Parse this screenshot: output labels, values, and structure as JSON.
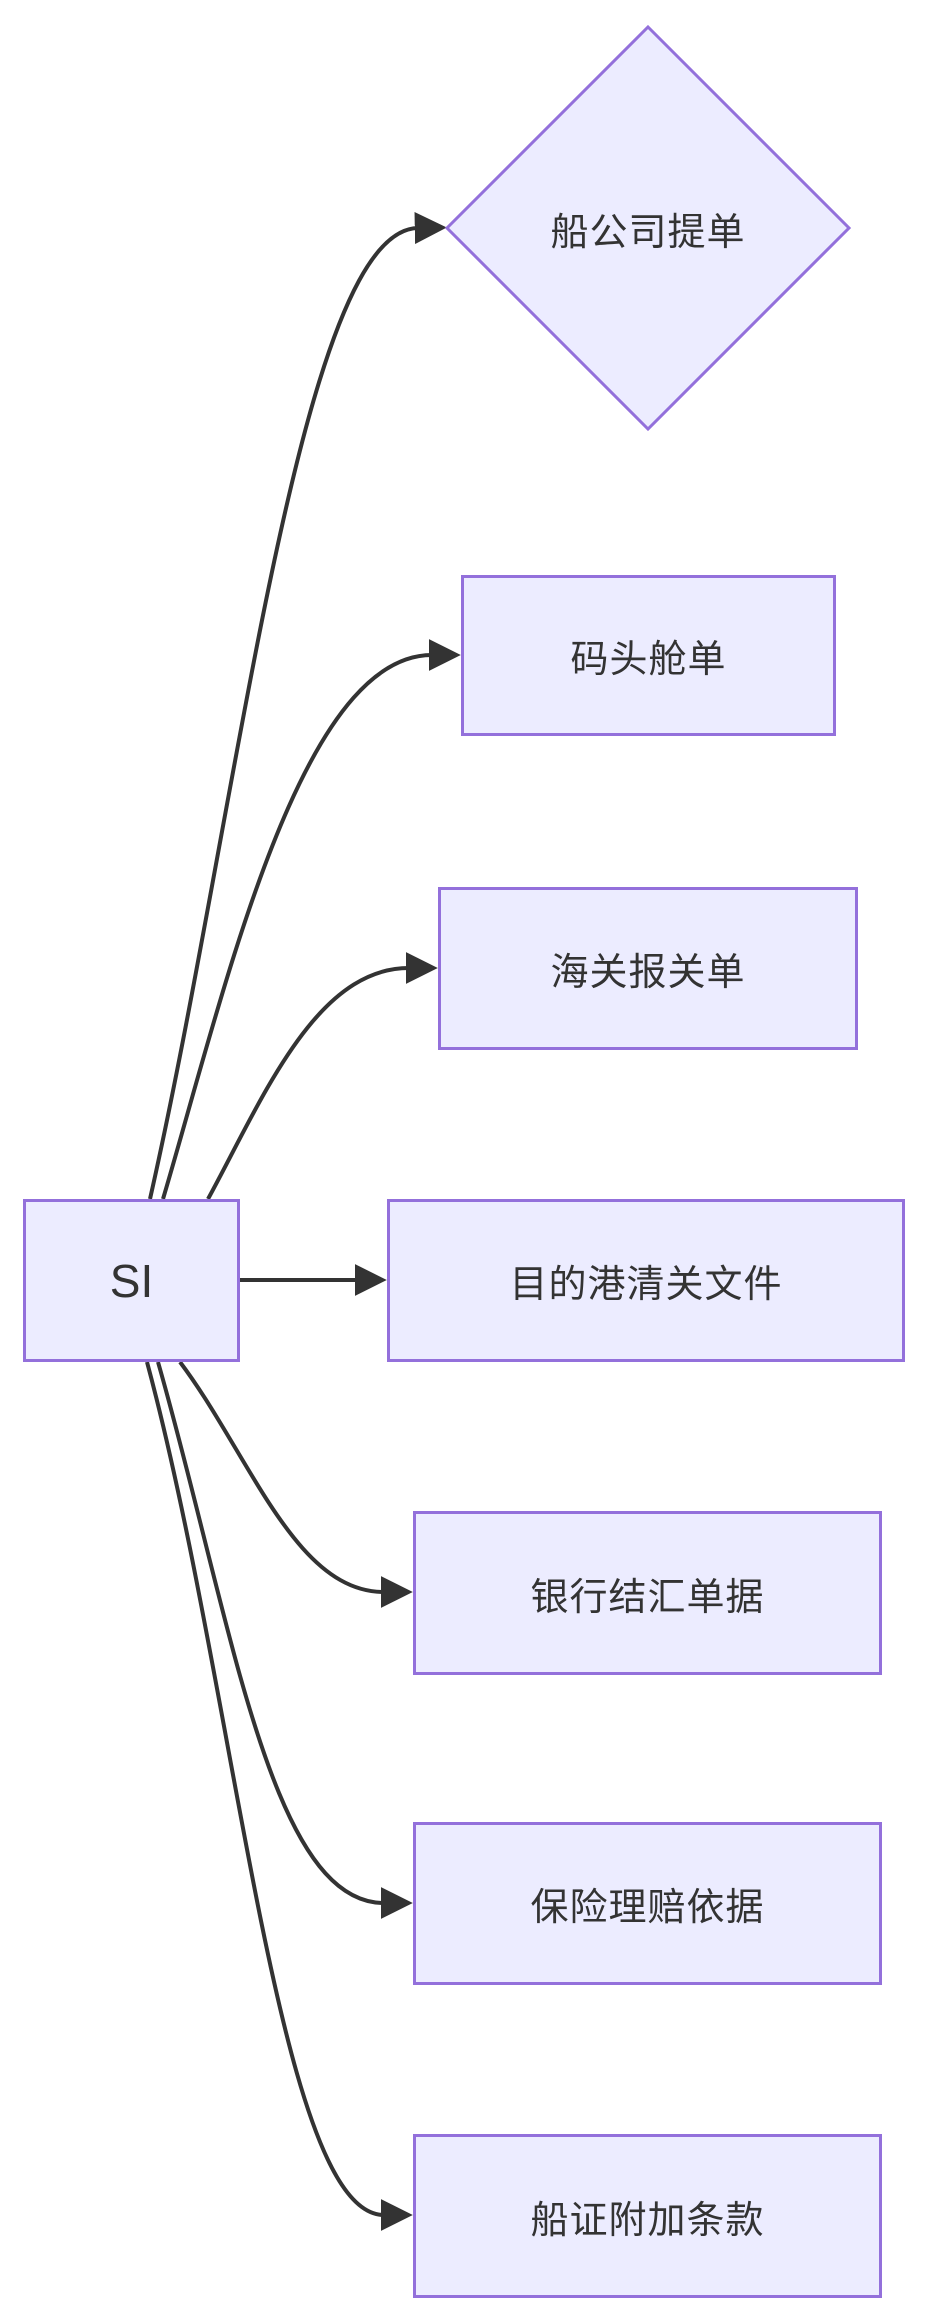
{
  "diagram": {
    "type": "flowchart",
    "root": {
      "id": "SI",
      "label": "SI",
      "shape": "rect"
    },
    "targets": [
      {
        "id": "ship_company_bl",
        "label": "船公司提单",
        "shape": "diamond"
      },
      {
        "id": "dock_manifest",
        "label": "码头舱单",
        "shape": "rect"
      },
      {
        "id": "customs_declaration",
        "label": "海关报关单",
        "shape": "rect"
      },
      {
        "id": "dest_port_clearance",
        "label": "目的港清关文件",
        "shape": "rect"
      },
      {
        "id": "bank_settlement_docs",
        "label": "银行结汇单据",
        "shape": "rect"
      },
      {
        "id": "insurance_claim_basis",
        "label": "保险理赔依据",
        "shape": "rect"
      },
      {
        "id": "ship_cert_add_clauses",
        "label": "船证附加条款",
        "shape": "rect"
      }
    ],
    "edges": [
      {
        "from": "SI",
        "to": "ship_company_bl"
      },
      {
        "from": "SI",
        "to": "dock_manifest"
      },
      {
        "from": "SI",
        "to": "customs_declaration"
      },
      {
        "from": "SI",
        "to": "dest_port_clearance"
      },
      {
        "from": "SI",
        "to": "bank_settlement_docs"
      },
      {
        "from": "SI",
        "to": "insurance_claim_basis"
      },
      {
        "from": "SI",
        "to": "ship_cert_add_clauses"
      }
    ],
    "colors": {
      "node_fill": "#ECECFF",
      "node_border": "#9370DB",
      "edge_line": "#333333",
      "text": "#333333",
      "background": "#FFFFFF"
    }
  }
}
